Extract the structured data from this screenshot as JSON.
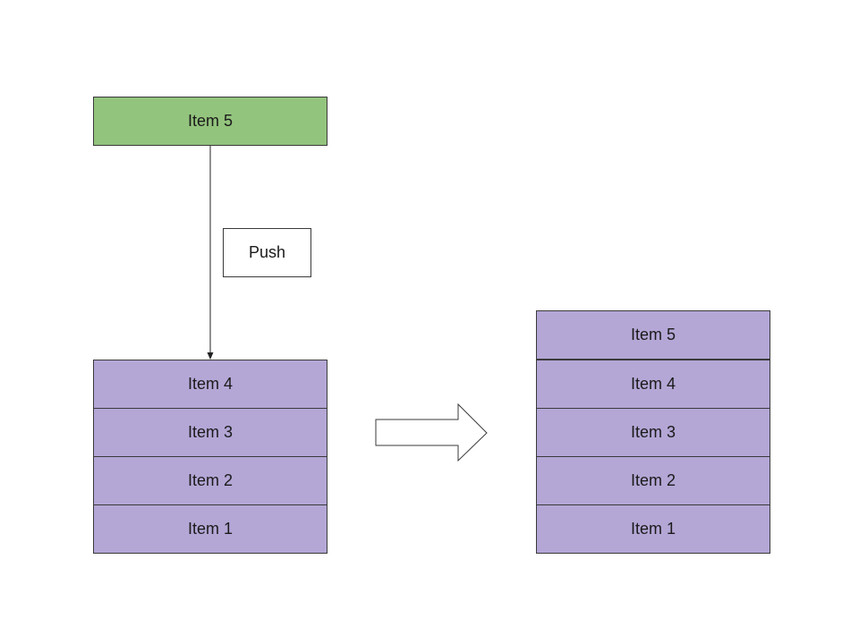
{
  "pushed_item": {
    "label": "Item 5"
  },
  "operation": {
    "label": "Push"
  },
  "before_stack": {
    "items": [
      "Item 4",
      "Item 3",
      "Item 2",
      "Item 1"
    ]
  },
  "after_stack": {
    "items": [
      "Item 5",
      "Item 4",
      "Item 3",
      "Item 2",
      "Item 1"
    ]
  },
  "colors": {
    "pushed_fill": "#93c47d",
    "stack_fill": "#b4a7d6",
    "border": "#3a3a3a"
  }
}
